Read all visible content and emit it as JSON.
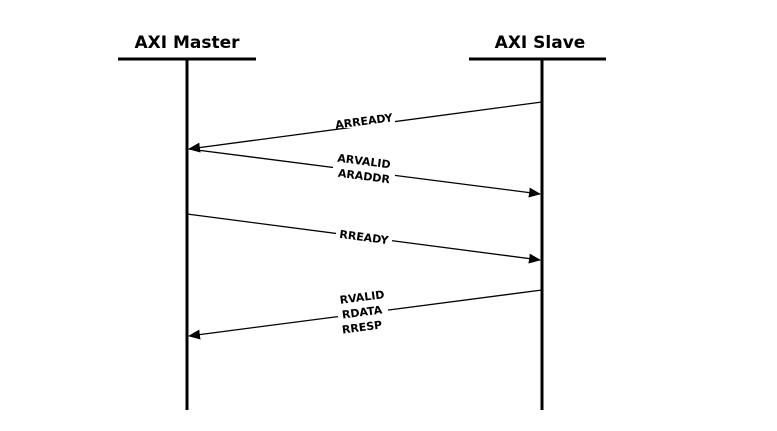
{
  "diagram": {
    "type": "sequence",
    "participants": [
      {
        "id": "master",
        "label": "AXI Master"
      },
      {
        "id": "slave",
        "label": "AXI Slave"
      }
    ],
    "messages": [
      {
        "from": "slave",
        "to": "master",
        "labels": [
          "ARREADY"
        ]
      },
      {
        "from": "master",
        "to": "slave",
        "labels": [
          "ARVALID",
          "ARADDR"
        ]
      },
      {
        "from": "master",
        "to": "slave",
        "labels": [
          "RREADY"
        ]
      },
      {
        "from": "slave",
        "to": "master",
        "labels": [
          "RVALID",
          "RDATA",
          "RRESP"
        ]
      }
    ]
  },
  "colors": {
    "line": "#000000",
    "background": "#ffffff"
  }
}
